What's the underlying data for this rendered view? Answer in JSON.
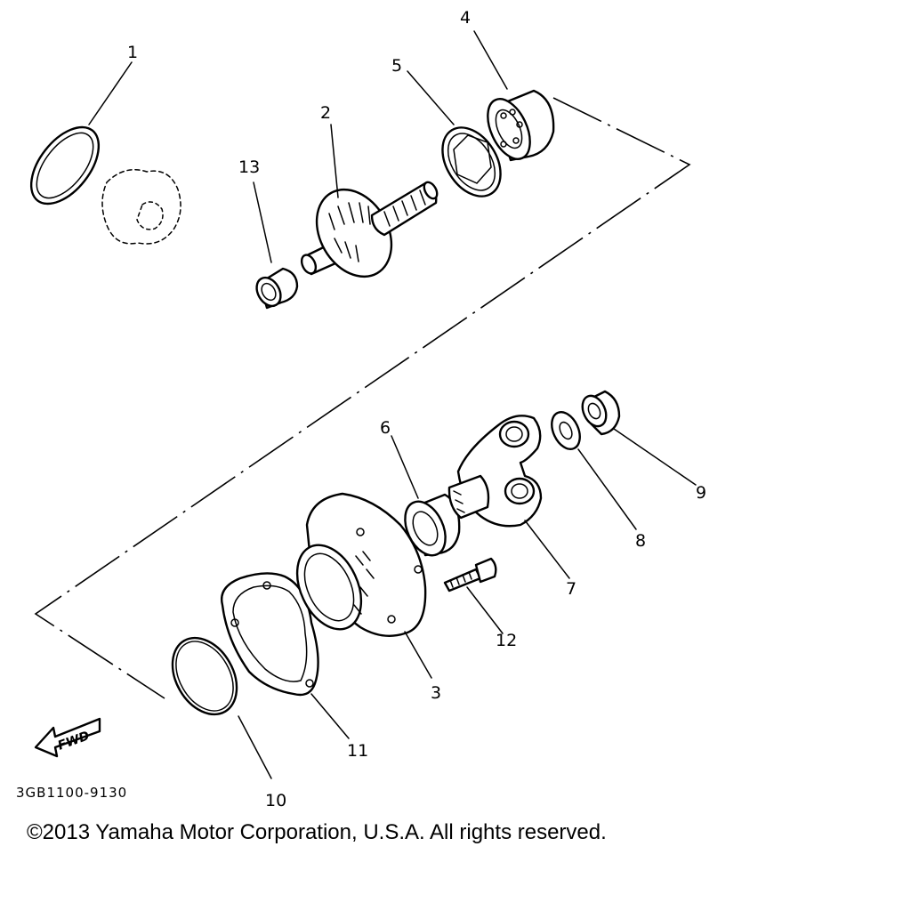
{
  "diagram": {
    "parts": [
      {
        "number": "1"
      },
      {
        "number": "2"
      },
      {
        "number": "3"
      },
      {
        "number": "4"
      },
      {
        "number": "5"
      },
      {
        "number": "6"
      },
      {
        "number": "7"
      },
      {
        "number": "8"
      },
      {
        "number": "9"
      },
      {
        "number": "10"
      },
      {
        "number": "11"
      },
      {
        "number": "12"
      },
      {
        "number": "13"
      }
    ],
    "fwd_arrow_text": "FWD",
    "diagram_code": "3GB1100-9130"
  },
  "footer": {
    "copyright": "©2013 Yamaha Motor Corporation, U.S.A. All rights reserved."
  }
}
